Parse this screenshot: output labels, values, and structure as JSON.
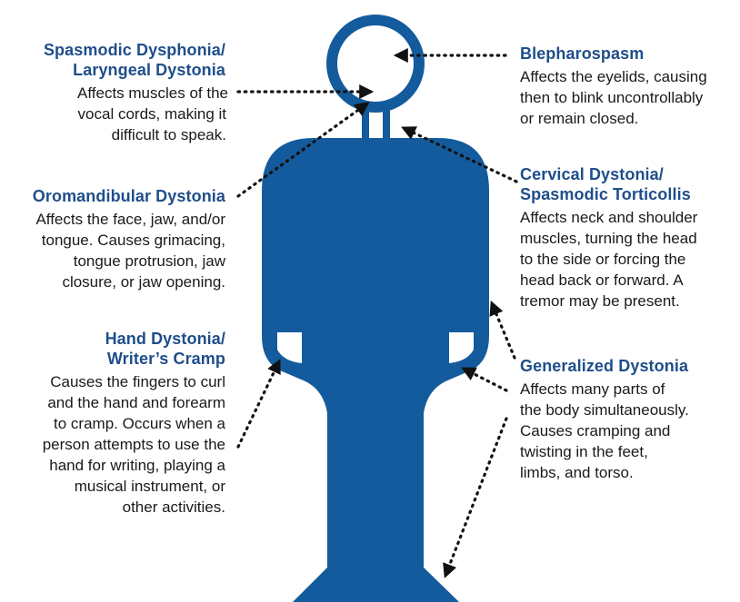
{
  "colors": {
    "figure": "#135b9c",
    "title": "#1f4e8a",
    "text": "#1a1a1a",
    "arrow": "#111111"
  },
  "labels": {
    "spasmodic_dysphonia": {
      "title": [
        "Spasmodic Dysphonia/",
        "Laryngeal Dystonia"
      ],
      "desc": [
        "Affects muscles of the",
        "vocal cords, making it",
        "difficult to speak."
      ]
    },
    "oromandibular": {
      "title": [
        "Oromandibular Dystonia"
      ],
      "desc": [
        "Affects the face, jaw, and/or",
        "tongue. Causes grimacing,",
        "tongue protrusion, jaw",
        "closure, or jaw opening."
      ]
    },
    "hand": {
      "title": [
        "Hand Dystonia/",
        "Writer’s Cramp"
      ],
      "desc": [
        "Causes the fingers to curl",
        "and the hand and forearm",
        "to cramp. Occurs when a",
        "person attempts to use the",
        "hand for writing, playing a",
        "musical instrument, or",
        "other activities."
      ]
    },
    "blepharospasm": {
      "title": [
        "Blepharospasm"
      ],
      "desc": [
        "Affects the eyelids, causing",
        "then to blink uncontrollably",
        "or remain closed."
      ]
    },
    "cervical": {
      "title": [
        "Cervical Dystonia/",
        "Spasmodic Torticollis"
      ],
      "desc": [
        "Affects neck and shoulder",
        "muscles, turning the head",
        "to the side or forcing the",
        "head back or forward. A",
        "tremor may be present."
      ]
    },
    "generalized": {
      "title": [
        "Generalized Dystonia"
      ],
      "desc": [
        "Affects many parts of",
        "the body simultaneously.",
        "Causes cramping and",
        "twisting in the feet,",
        "limbs, and torso."
      ]
    }
  }
}
